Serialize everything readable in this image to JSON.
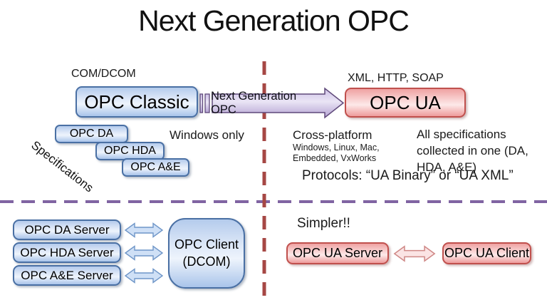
{
  "title": "Next Generation OPC",
  "classic": {
    "tech": "COM/DCOM",
    "name": "OPC Classic",
    "specs": [
      "OPC DA",
      "OPC HDA",
      "OPC A&E"
    ],
    "specs_label": "Specifications",
    "platform": "Windows only"
  },
  "transition": {
    "label": "Next Generation OPC"
  },
  "ua": {
    "tech": "XML, HTTP, SOAP",
    "name": "OPC UA",
    "cross_platform": "Cross-platform",
    "platforms_line1": "Windows, Linux, Mac,",
    "platforms_line2": "Embedded, VxWorks",
    "all_specs": "All specifications collected in one (DA, HDA, A&E)",
    "protocols": "Protocols: “UA Binary” or “UA XML”"
  },
  "classic_detail": {
    "servers": [
      "OPC DA Server",
      "OPC HDA Server",
      "OPC A&E Server"
    ],
    "client_line1": "OPC Client",
    "client_line2": "(DCOM)"
  },
  "ua_detail": {
    "note": "Simpler!!",
    "server": "OPC UA Server",
    "client": "OPC UA Client"
  },
  "colors": {
    "blue_border": "#4a70a4",
    "pink_border": "#c0504d",
    "arrow_border": "#5f497a",
    "divider_purple": "#8064a2",
    "divider_red": "#a64744"
  }
}
